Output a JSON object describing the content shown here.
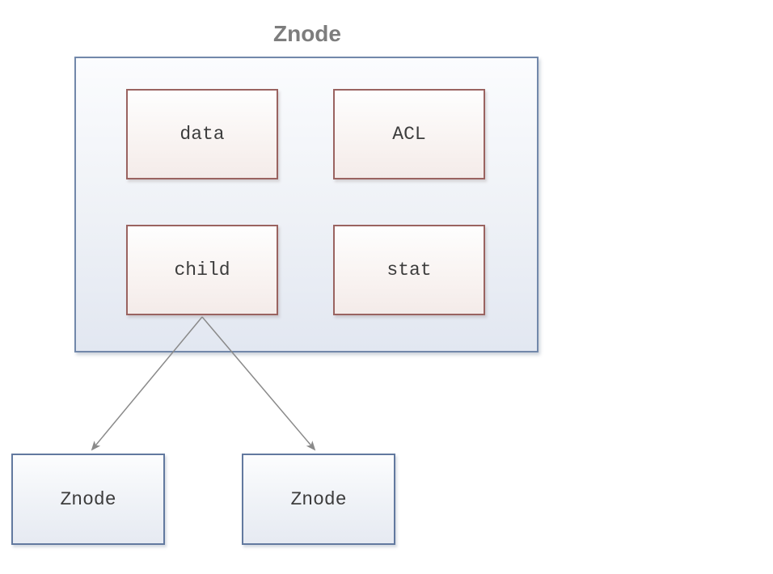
{
  "diagram": {
    "title": "Znode",
    "attributes": [
      {
        "label": "data"
      },
      {
        "label": "ACL"
      },
      {
        "label": "child"
      },
      {
        "label": "stat"
      }
    ],
    "children": [
      {
        "label": "Znode"
      },
      {
        "label": "Znode"
      }
    ],
    "colors": {
      "container_border": "#7288aa",
      "attribute_border": "#9a6360",
      "child_border": "#62799f",
      "arrow": "#8a8a8a",
      "title_text": "#7d7d7d",
      "label_text": "#3d3d3d"
    }
  }
}
